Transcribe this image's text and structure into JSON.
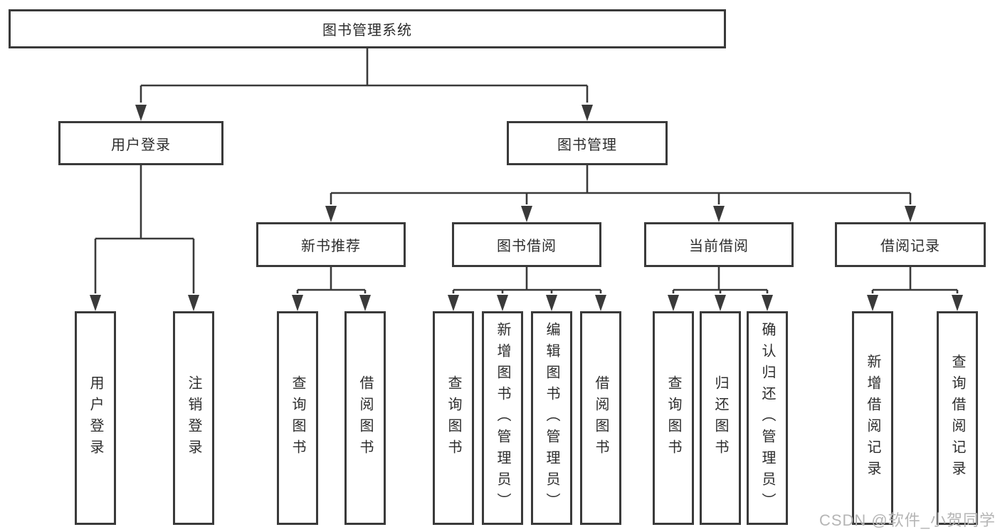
{
  "tree": {
    "root": {
      "id": "library-management-system",
      "label": "图书管理系统"
    },
    "level2": [
      {
        "id": "user-login",
        "label": "用户登录",
        "parent": "library-management-system"
      },
      {
        "id": "book-management",
        "label": "图书管理",
        "parent": "library-management-system"
      }
    ],
    "level3": [
      {
        "id": "new-book-recommend",
        "label": "新书推荐",
        "parent": "book-management"
      },
      {
        "id": "book-borrow",
        "label": "图书借阅",
        "parent": "book-management"
      },
      {
        "id": "current-borrow",
        "label": "当前借阅",
        "parent": "book-management"
      },
      {
        "id": "borrow-records",
        "label": "借阅记录",
        "parent": "book-management"
      }
    ],
    "leaves": [
      {
        "id": "leaf-user-login",
        "label": "用户登录",
        "parent": "user-login"
      },
      {
        "id": "leaf-logout",
        "label": "注销登录",
        "parent": "user-login"
      },
      {
        "id": "leaf-query-book-recommend",
        "label": "查询图书",
        "parent": "new-book-recommend"
      },
      {
        "id": "leaf-borrow-book-recommend",
        "label": "借阅图书",
        "parent": "new-book-recommend"
      },
      {
        "id": "leaf-query-book-borrow",
        "label": "查询图书",
        "parent": "book-borrow"
      },
      {
        "id": "leaf-add-book-admin",
        "label": "新增图书（管理员）",
        "parent": "book-borrow"
      },
      {
        "id": "leaf-edit-book-admin",
        "label": "编辑图书（管理员）",
        "parent": "book-borrow"
      },
      {
        "id": "leaf-borrow-book",
        "label": "借阅图书",
        "parent": "book-borrow"
      },
      {
        "id": "leaf-query-book-current",
        "label": "查询图书",
        "parent": "current-borrow"
      },
      {
        "id": "leaf-return-book",
        "label": "归还图书",
        "parent": "current-borrow"
      },
      {
        "id": "leaf-confirm-return-admin",
        "label": "确认归还（管理员）",
        "parent": "current-borrow"
      },
      {
        "id": "leaf-add-borrow-record",
        "label": "新增借阅记录",
        "parent": "borrow-records"
      },
      {
        "id": "leaf-query-borrow-record",
        "label": "查询借阅记录",
        "parent": "borrow-records"
      }
    ]
  },
  "watermark": {
    "text": "CSDN @软件_小贺同学"
  },
  "colors": {
    "line": "#3a3a3a",
    "box_border": "#3a3a3a",
    "text": "#2d2d2d",
    "watermark": "#b5b5b5",
    "background": "#ffffff"
  }
}
